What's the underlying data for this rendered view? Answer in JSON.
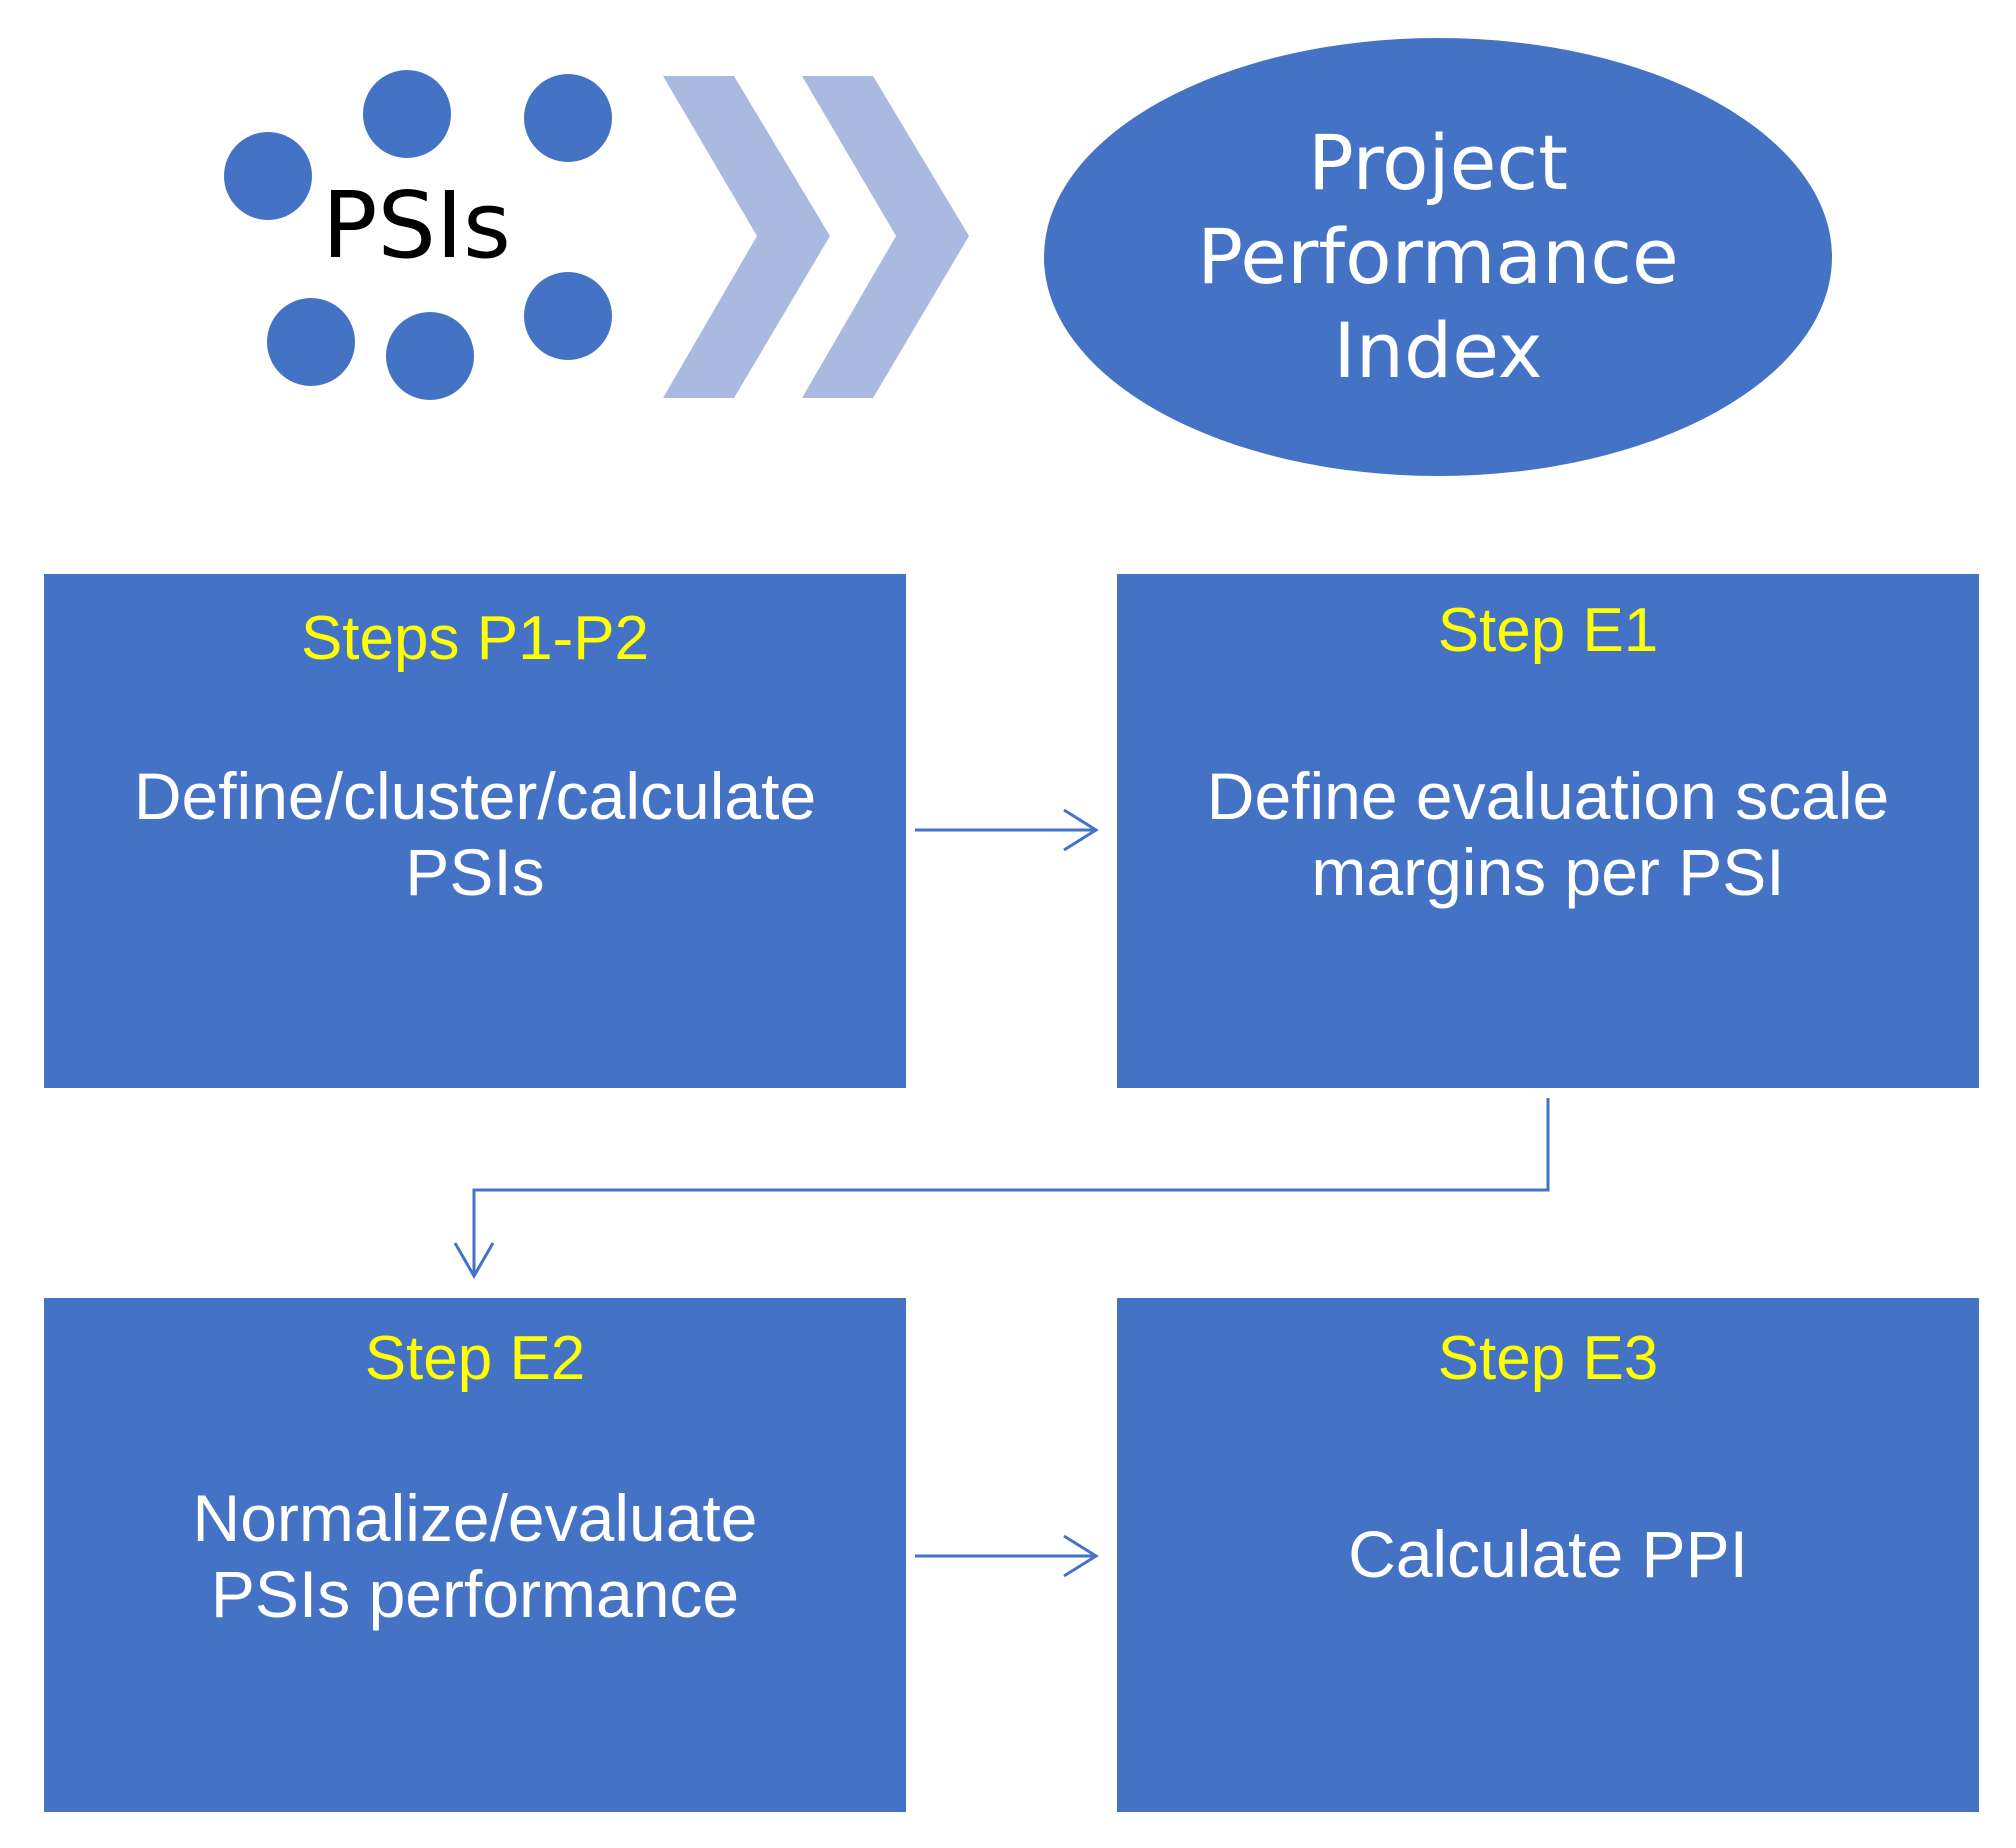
{
  "header": {
    "cluster_label": "PSIs",
    "index_lines": [
      "Project",
      "Performance",
      "Index"
    ]
  },
  "steps": [
    {
      "title": "Steps P1-P2",
      "description": "Define/cluster/calculate\nPSIs"
    },
    {
      "title": "Step E1",
      "description": "Define evaluation scale\nmargins per PSI"
    },
    {
      "title": "Step E2",
      "description": "Normalize/evaluate\nPSIs performance"
    },
    {
      "title": "Step E3",
      "description": "Calculate PPI"
    }
  ],
  "colors": {
    "primary": "#4472c4",
    "chevron": "#a9b9df",
    "title_text": "#ffff00",
    "body_text": "#ffffff"
  }
}
